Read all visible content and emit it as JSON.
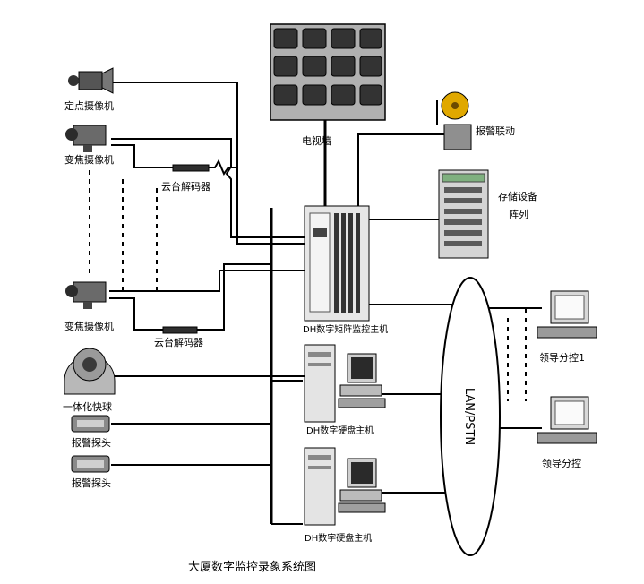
{
  "title": "大厦数字监控录象系统图",
  "labels": {
    "fixed_camera": "定点摄像机",
    "zoom_camera_1": "变焦摄像机",
    "ptz_decoder_1": "云台解码器",
    "zoom_camera_2": "变焦摄像机",
    "ptz_decoder_2": "云台解码器",
    "speed_dome": "一体化快球",
    "alarm_probe_1": "报警探头",
    "alarm_probe_2": "报警探头",
    "tv_wall": "电视墙",
    "alarm_linkage": "报警联动",
    "storage_line1": "存储设备",
    "storage_line2": "阵列",
    "matrix_host": "DH数字矩阵监控主机",
    "dvr_host_1": "DH数字硬盘主机",
    "dvr_host_2": "DH数字硬盘主机",
    "network": "LAN/PSTN",
    "leader_client_1": "领导分控1",
    "leader_client_2": "领导分控"
  }
}
